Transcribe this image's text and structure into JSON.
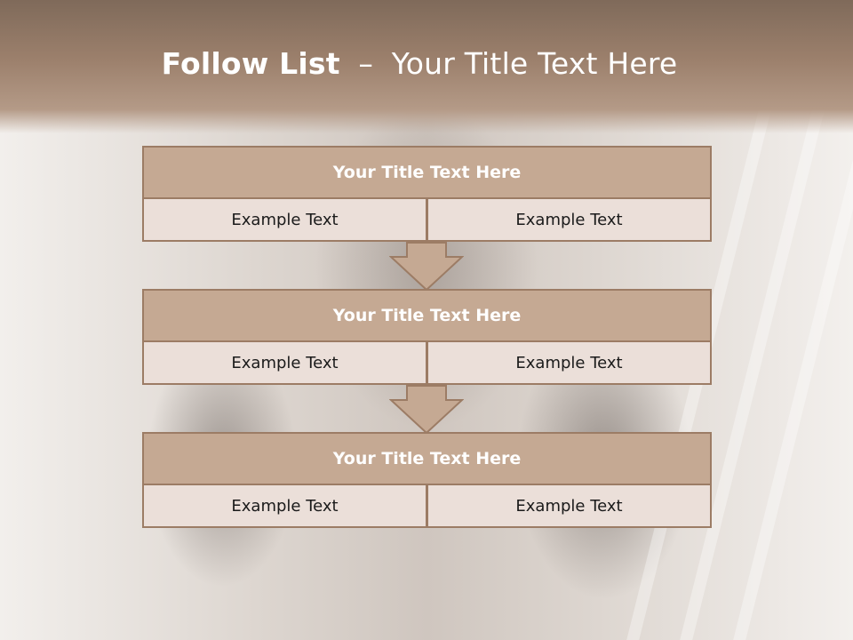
{
  "slide": {
    "title_lead": "Follow List",
    "title_sep": "–",
    "title_rest": "Your Title Text Here"
  },
  "blocks": [
    {
      "title": "Your Title Text Here",
      "left": "Example Text",
      "right": "Example Text"
    },
    {
      "title": "Your Title Text Here",
      "left": "Example Text",
      "right": "Example Text"
    },
    {
      "title": "Your Title Text Here",
      "left": "Example Text",
      "right": "Example Text"
    }
  ],
  "colors": {
    "header": "#9c806c",
    "block_title_fill": "#c5a993",
    "block_cell_fill": "#ebdfd9",
    "border": "#9c7c65",
    "arrow_fill": "#c5a993"
  },
  "icons": [
    "down-arrow-icon",
    "down-arrow-icon"
  ]
}
